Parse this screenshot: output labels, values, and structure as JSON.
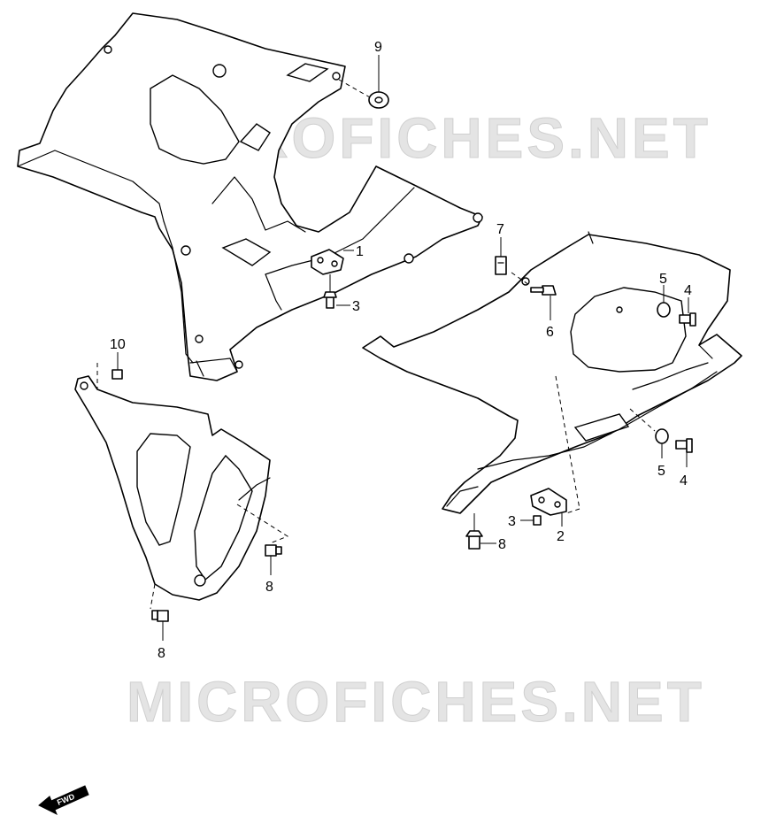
{
  "watermark": {
    "text": "MICROFICHES.NET"
  },
  "fwd_badge": {
    "text": "FWD"
  },
  "callouts": {
    "c1": "1",
    "c2": "2",
    "c3a": "3",
    "c3b": "3",
    "c4a": "4",
    "c4b": "4",
    "c5a": "5",
    "c5b": "5",
    "c6": "6",
    "c7": "7",
    "c8a": "8",
    "c8b": "8",
    "c8c": "8",
    "c9": "9",
    "c10": "10"
  }
}
